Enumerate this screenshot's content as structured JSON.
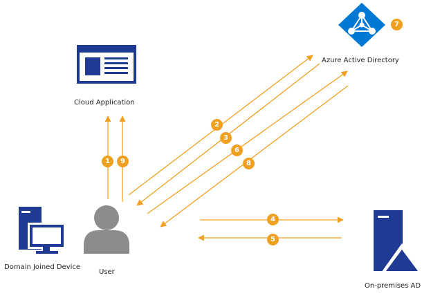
{
  "labels": {
    "cloud_app": "Cloud Application",
    "azure_ad": "Azure Active Directory",
    "user": "User",
    "domain_device": "Domain Joined Device",
    "onprem_ad": "On-premises AD"
  },
  "steps": [
    "1",
    "9",
    "2",
    "3",
    "6",
    "8",
    "4",
    "5",
    "7"
  ],
  "colors": {
    "arrow": "#f0a020",
    "icon_blue": "#1f3a93",
    "azure_blue": "#0078d4",
    "user_gray": "#8c8c8c"
  },
  "icons": [
    "cloud-application-icon",
    "azure-ad-icon",
    "user-icon",
    "domain-joined-device-icon",
    "on-premises-ad-icon"
  ]
}
